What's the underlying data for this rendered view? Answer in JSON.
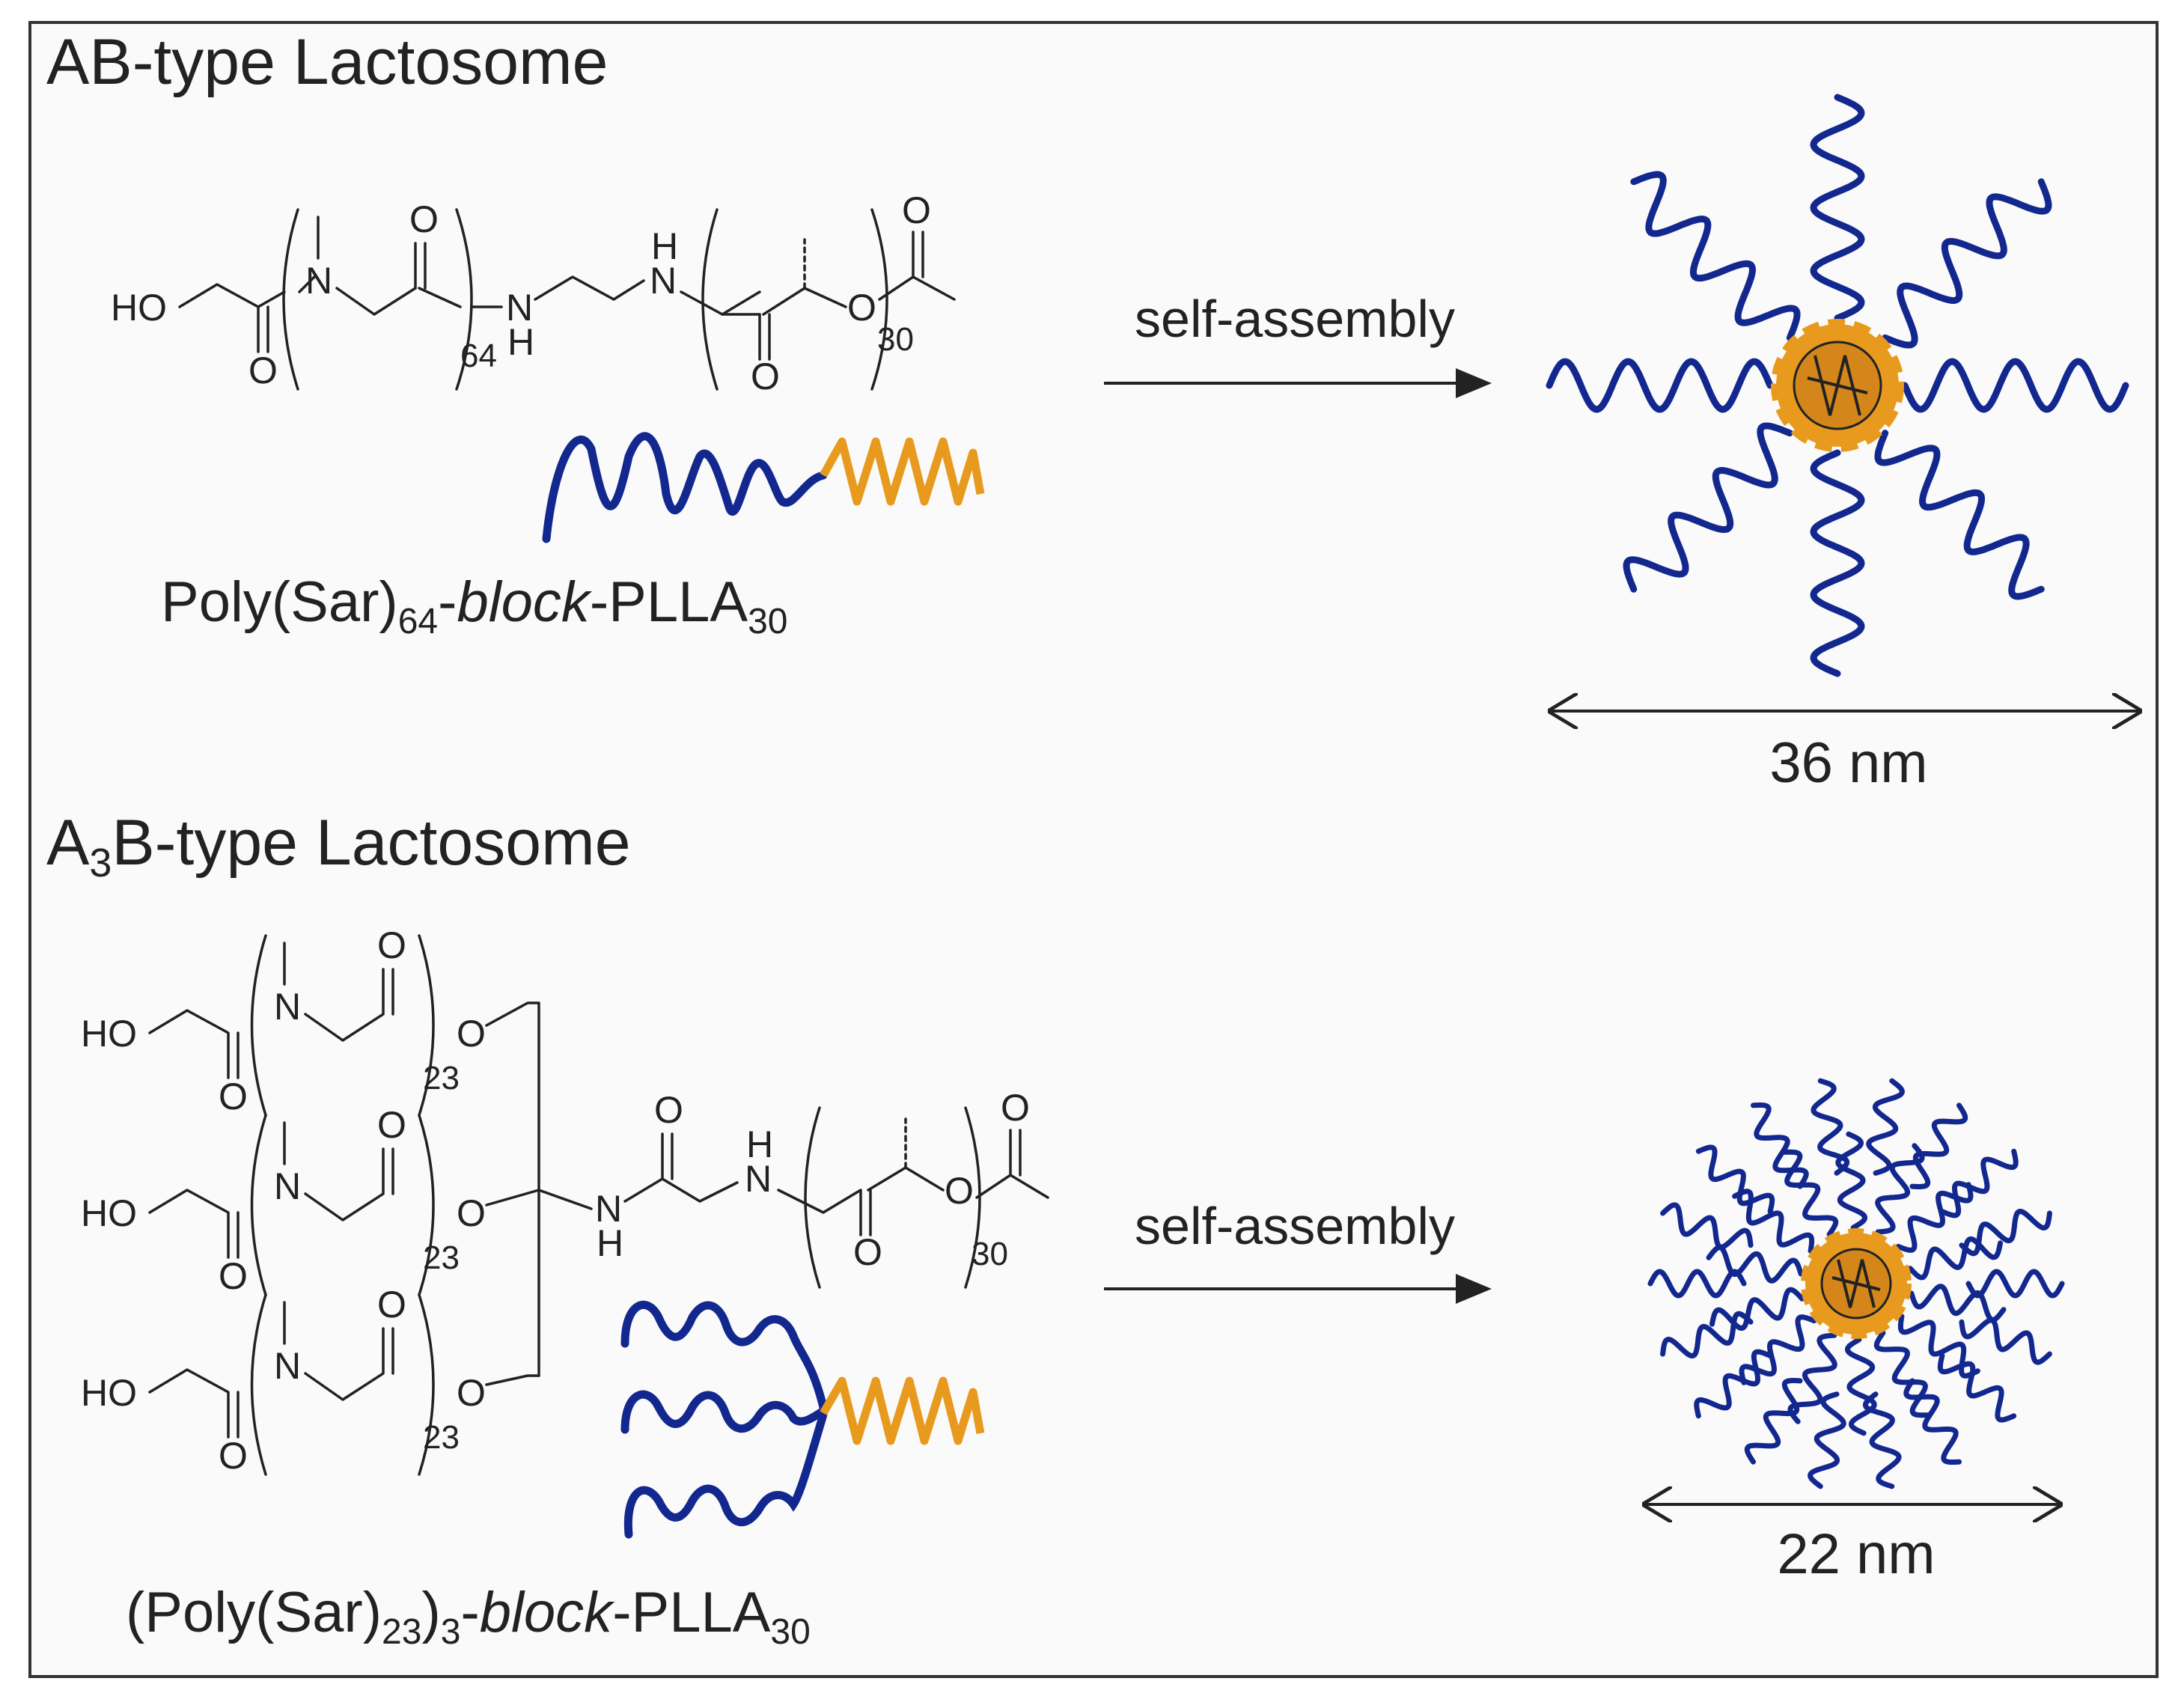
{
  "colors": {
    "shell": "#13288f",
    "core": "#e89a1f",
    "ink": "#222222",
    "frame": "#333333"
  },
  "panel_ab": {
    "title": "AB-type Lactosome",
    "arrow_label": "self-assembly",
    "polymer_name": {
      "pre": "Poly(Sar)",
      "sub1": "64",
      "mid": "-",
      "italic": "block",
      "post": "-PLLA",
      "sub2": "30"
    },
    "size_label": "36 nm",
    "chem": {
      "ho": "HO",
      "n": "N",
      "o": "O",
      "h": "H",
      "n64": "64",
      "n30": "30"
    }
  },
  "panel_a3b": {
    "title_pre": "A",
    "title_sub": "3",
    "title_post": "B-type Lactosome",
    "arrow_label": "self-assembly",
    "polymer_name": {
      "pre": "(Poly(Sar)",
      "sub1": "23",
      "mid1": ")",
      "sub2": "3",
      "mid2": "-",
      "italic": "block",
      "post": "-PLLA",
      "sub3": "30"
    },
    "size_label": "22 nm",
    "chem": {
      "ho": "HO",
      "n": "N",
      "o": "O",
      "h": "H",
      "n23": "23",
      "n30": "30"
    }
  }
}
